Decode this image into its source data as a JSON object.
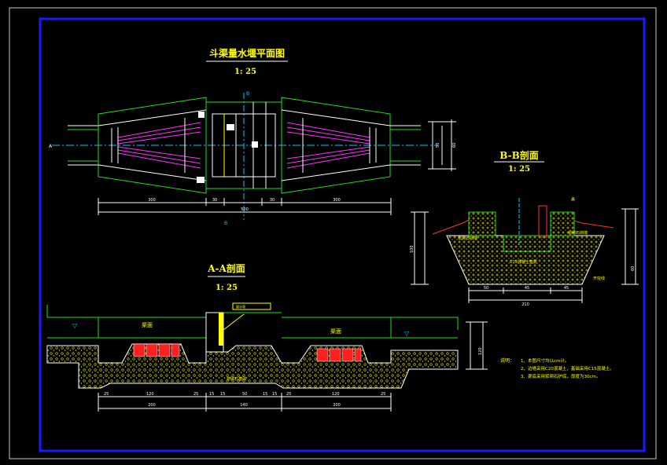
{
  "colors": {
    "background": "#000000",
    "outer_frame": "#c8c8c8",
    "inner_frame": "#1a1aff",
    "outline_green": "#22dd22",
    "dimension_white": "#ffffff",
    "title_yellow": "#ffff00",
    "centerline_cyan": "#00ccff",
    "taper_magenta": "#ff33ff",
    "hatch_yellow": "#e8e800",
    "block_red": "#ff2020",
    "slope_red": "#ff3333"
  },
  "plan_view": {
    "title": "斗渠量水堰平面图",
    "scale": "1: 25",
    "section_mark_a": "A",
    "section_mark_b": "B",
    "dim_left": "300",
    "dim_mid_a": "30",
    "dim_mid_b": "30",
    "dim_right": "300",
    "dim_total": "500",
    "dim_width_a": "50",
    "dim_width_b": "60"
  },
  "section_bb": {
    "title": "B-B剖面",
    "scale": "1: 25",
    "label_cap": "盖",
    "label_left_fill": "浆砌石挡墙",
    "label_right_fill": "浆砌石挡墙",
    "label_core": "C15混凝土垫层",
    "label_base": "开挖线",
    "dim_bottom_a": "50",
    "dim_bottom_b": "45",
    "dim_bottom_c": "45",
    "dim_bottom_total": "210",
    "dim_height_total": "100",
    "dim_height_part": "60"
  },
  "section_aa": {
    "title": "A-A剖面",
    "scale": "1: 25",
    "label_left_water": "渠面",
    "label_right_water": "渠面",
    "label_weir": "量水堰",
    "label_base": "浆砌石基础",
    "water_symbol": "▽",
    "dims_top": [
      "25",
      "120",
      "25",
      "15",
      "15",
      "50",
      "15",
      "15",
      "25",
      "120",
      "25"
    ],
    "dims_bottom": [
      "200",
      "140",
      "200"
    ],
    "dim_height": "120"
  },
  "notes": {
    "heading": "说明：",
    "items": [
      "1、本图尺寸均以cm计。",
      "2、边墙采用C20混凝土，基础采用C15混凝土。",
      "3、渠底采用浆砌石护底，厚度为30cm。"
    ]
  }
}
